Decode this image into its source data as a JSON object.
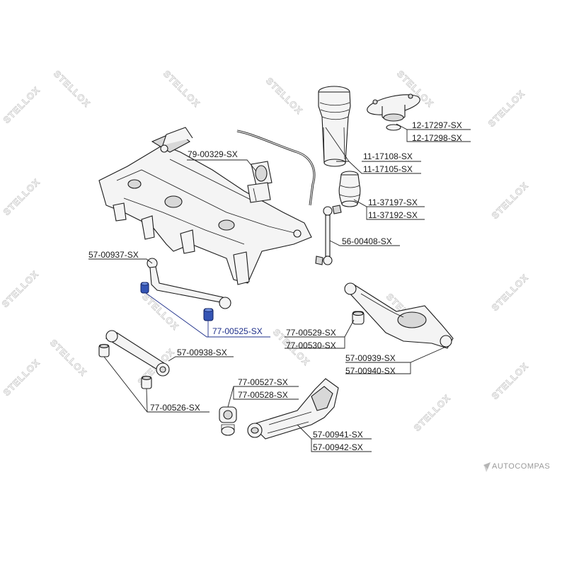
{
  "labels": {
    "p79_00329": "79-00329-SX",
    "p11_17108": "11-17108-SX",
    "p11_17105": "11-17105-SX",
    "p12_17297": "12-17297-SX",
    "p12_17298": "12-17298-SX",
    "p11_37197": "11-37197-SX",
    "p11_37192": "11-37192-SX",
    "p56_00408": "56-00408-SX",
    "p57_00937": "57-00937-SX",
    "p77_00525": "77-00525-SX",
    "p77_00529": "77-00529-SX",
    "p77_00530": "77-00530-SX",
    "p57_00939": "57-00939-SX",
    "p57_00940": "57-00940-SX",
    "p57_00938": "57-00938-SX",
    "p77_00527": "77-00527-SX",
    "p77_00528": "77-00528-SX",
    "p77_00526": "77-00526-SX",
    "p57_00941": "57-00941-SX",
    "p57_00942": "57-00942-SX"
  },
  "watermark": {
    "text": "STELLOX"
  },
  "brand_mark": {
    "text": "AUTOCOMPAS",
    "icon": "autocompas-logo-icon"
  },
  "colors": {
    "highlight": "#3454b4",
    "label_highlight": "#1e2f8a",
    "watermark": "#c9c9c9"
  }
}
